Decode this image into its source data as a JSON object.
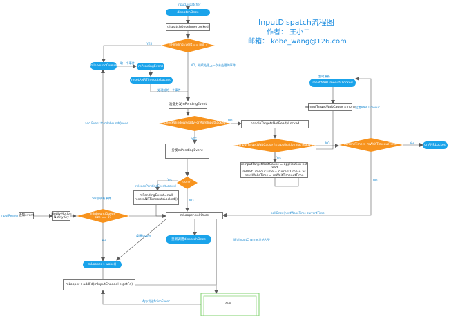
{
  "title": {
    "line1": "InputDispatch流程图",
    "line2": "作者：  王小二",
    "line3": "邮箱：  kobe_wang@126.com"
  },
  "nodes": {
    "input_dispatcher": "InputDispatcher",
    "dispatch_once": "dispatchOnce",
    "dispatch_once_inner_locked": "dispatchOnceInnerLocked",
    "cond_pending_null": "mPendingEvent == null ?",
    "m_inbound_queue": "mInboundQueue",
    "m_pending_event": "mPendingEvent",
    "reset_anr_left": "resetANRTimeoutsLocked",
    "prepare_dispatch": "准备分发mPendingEvent",
    "check_window": "CheckWindowReadyForMoreInputLocked",
    "handle_not_ready": "handleTargetsNotReadyLocked",
    "reset_anr_right": "resetANRTimeoutsLocked",
    "wait_cause_none": "mInputTargetWaitCause = none",
    "cond_application": "mInputTargetWaitCause != application not ready ?",
    "cond_currenttime": "currentTime > mWaitTimeoutTime?",
    "on_anr": "onANRLocked",
    "dispatch_event": "分发mPendingEvent",
    "app_wait_lines": [
      "mInputTargetWaitCause = application not read",
      "mWaitTimeoutTime = currentTime + 5s",
      "nextWakeTime = mWaitTimeoutTime"
    ],
    "cond_done": "done?",
    "done_yes_lines": [
      "mPendingEvent=null",
      "resetANRTimeoutsLocked()"
    ],
    "poll_once": "mLooper.pollOnce",
    "redispatch": "重新调用dispatchOnce",
    "input_reader": "InputReader",
    "enqueue": "通知event",
    "notify_motion_lines": [
      "NotifyMotion",
      "NotifyKey"
    ],
    "cond_inbound_empty": "mInboundQueue size == 0?",
    "looper_wake": "mLooper->wake()",
    "add_fd": "mLooper->addFd(mInputChannel->getFd)",
    "app": "APP"
  },
  "edge_labels": {
    "yes_top": "YES",
    "no_top": "NO，继续处理上一次未处理的事件",
    "take_one": "取一个事件",
    "process_prev": "处理前的一个事件",
    "no_check": "NO",
    "yes_check": "YES",
    "add_event": "add Event to mInboundQueue",
    "no_wake": "Yes说明有事件",
    "yes_app": "Yes",
    "no_app": "NO",
    "yes_timeout": "Yes",
    "no_timeout": "NO",
    "timeout_update": "超时更新",
    "setup_timeout": "设置ANR Timeout",
    "yes_done": "Yes",
    "release_event": "releasePendingEventLocked",
    "no_done": "NO",
    "next_wake": "pollOnce(nextWakeTime-currentTime)",
    "wake_looper": "唤醒looper",
    "finish_app": "通过InputChannel发给APP",
    "yes_inbound": "Yes",
    "app_send": "App发送finishEvent"
  },
  "colors": {
    "accent": "#1aa3ea",
    "decision": "#f7931e",
    "line": "#5a5a5a",
    "label": "#1b8ad1"
  }
}
